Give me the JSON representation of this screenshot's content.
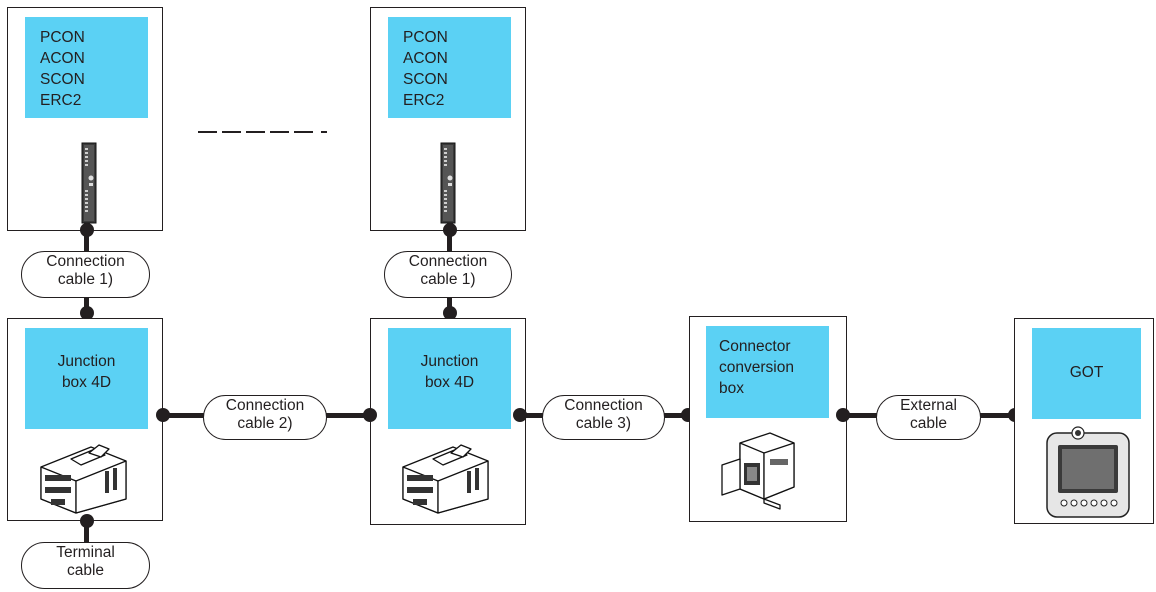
{
  "controllers": [
    {
      "lines": [
        "PCON",
        "ACON",
        "SCON",
        "ERC2"
      ]
    },
    {
      "lines": [
        "PCON",
        "ACON",
        "SCON",
        "ERC2"
      ]
    }
  ],
  "junction_boxes": [
    {
      "lines": [
        "Junction",
        "box 4D"
      ]
    },
    {
      "lines": [
        "Junction",
        "box 4D"
      ]
    }
  ],
  "connector_box": {
    "lines": [
      "Connector",
      "conversion",
      "box"
    ]
  },
  "got": {
    "label": "GOT"
  },
  "cables": {
    "connection_1_left": [
      "Connection",
      "cable 1)"
    ],
    "connection_1_right": [
      "Connection",
      "cable 1)"
    ],
    "connection_2": [
      "Connection",
      "cable 2)"
    ],
    "connection_3": [
      "Connection",
      "cable 3)"
    ],
    "external": [
      "External",
      "cable"
    ],
    "terminal": [
      "Terminal",
      "cable"
    ]
  },
  "colors": {
    "label_fill": "#5bd1f4",
    "line": "#231f20"
  },
  "icons": {
    "controller": "servo-controller-icon",
    "junction_box": "junction-box-icon",
    "connector_box": "connector-conversion-box-icon",
    "got": "got-panel-icon"
  }
}
